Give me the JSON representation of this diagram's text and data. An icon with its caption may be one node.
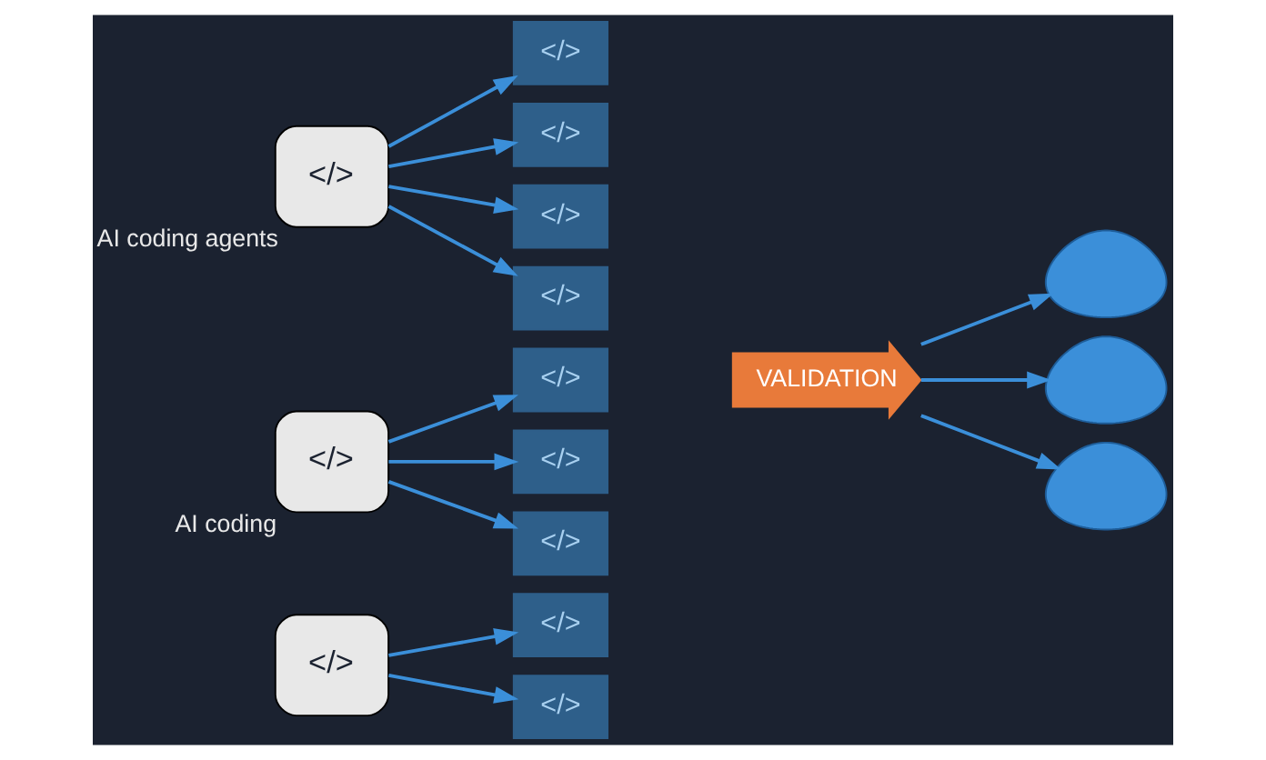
{
  "diagram": {
    "nodes": [
      {
        "text": [
          "</>"
        ],
        "beside": [
          "AI coding agents"
        ]
      },
      {
        "text": [
          "</>"
        ]
      },
      {
        "text": [
          "</>"
        ]
      },
      {
        "text": [
          "</>"
        ]
      },
      {
        "text": [
          "</>"
        ]
      },
      {
        "text": [
          "</>"
        ],
        "beside": [
          "AI coding"
        ]
      },
      {
        "text": [
          "</>"
        ]
      },
      {
        "text": [
          "</>"
        ]
      },
      {
        "text": [
          "</>"
        ]
      },
      {
        "text": [
          "</>"
        ]
      },
      {
        "text": [
          "</>"
        ]
      },
      {
        "text": [
          "</>"
        ]
      },
      {
        "text": [
          "VALIDATION"
        ]
      },
      {
        "text": [],
        "shape": "person"
      },
      {
        "text": [],
        "shape": "person"
      },
      {
        "text": [],
        "shape": "person"
      }
    ],
    "edges": [
      {
        "from": 0,
        "to": 1,
        "arrow": "to"
      },
      {
        "from": 0,
        "to": 2,
        "arrow": "to"
      },
      {
        "from": 0,
        "to": 3,
        "arrow": "to"
      },
      {
        "from": 0,
        "to": 4,
        "arrow": "to"
      },
      {
        "from": 5,
        "to": 6,
        "arrow": "to"
      },
      {
        "from": 5,
        "to": 7,
        "arrow": "to"
      },
      {
        "from": 5,
        "to": 8,
        "arrow": "to"
      },
      {
        "from": 9,
        "to": 10,
        "arrow": "to"
      },
      {
        "from": 9,
        "to": 11,
        "arrow": "to"
      },
      {
        "from": 12,
        "to": 13,
        "arrow": "to"
      },
      {
        "from": 12,
        "to": 14,
        "arrow": "to"
      },
      {
        "from": 12,
        "to": 15,
        "arrow": "to"
      }
    ]
  }
}
